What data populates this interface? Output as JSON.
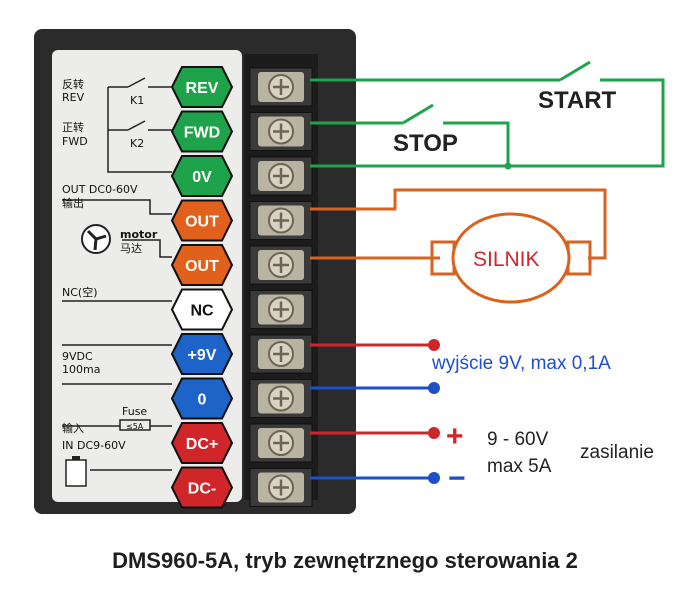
{
  "device": {
    "left_labels": {
      "rev_cn": "反转",
      "rev": "REV",
      "k1": "K1",
      "fwd_cn": "正转",
      "fwd": "FWD",
      "k2": "K2",
      "out": "OUT DC0-60V",
      "out_cn": "输出",
      "motor": "motor",
      "motor_cn": "马达",
      "nc": "NC(空)",
      "v9": "9VDC",
      "ma": "100ma",
      "fuse": "Fuse",
      "fuse_rating": "≤5A",
      "in_cn": "输入",
      "in": "IN DC9-60V"
    },
    "badges": [
      {
        "label": "REV",
        "color": "#1fa34a"
      },
      {
        "label": "FWD",
        "color": "#1fa34a"
      },
      {
        "label": "0V",
        "color": "#1fa34a"
      },
      {
        "label": "OUT",
        "color": "#e0601c"
      },
      {
        "label": "OUT",
        "color": "#e0601c"
      },
      {
        "label": "NC",
        "color": "#ffffff"
      },
      {
        "label": "+9V",
        "color": "#1d63c8"
      },
      {
        "label": "0",
        "color": "#1d63c8"
      },
      {
        "label": "DC+",
        "color": "#d0262a"
      },
      {
        "label": "DC-",
        "color": "#d0262a"
      }
    ]
  },
  "wiring": {
    "start": "START",
    "stop": "STOP",
    "motor": "SILNIK",
    "output_9v": "wyjście 9V, max 0,1A",
    "plus": "+",
    "minus": "−",
    "supply_voltage": "9 - 60V",
    "supply_current": "max 5A",
    "supply": "zasilanie"
  },
  "colors": {
    "green": "#1fa34a",
    "orange": "#d9621f",
    "red": "#d0262a",
    "blue": "#1d4fc8",
    "body": "#2b2b2b"
  },
  "caption": "DMS960-5A,  tryb zewnętrznego sterowania 2"
}
